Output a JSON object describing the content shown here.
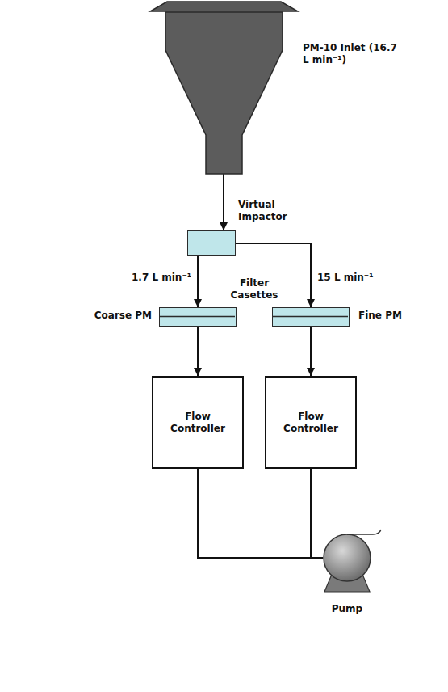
{
  "diagram": {
    "nodes": [
      {
        "text": [
          "PM-10 Inlet (16.7 L min⁻¹)"
        ]
      },
      {
        "text": [
          "Virtual Impactor"
        ]
      },
      {
        "text": [
          "Coarse PM"
        ]
      },
      {
        "text": [
          "Fine PM"
        ]
      },
      {
        "text": [
          "Flow Controller"
        ]
      },
      {
        "text": [
          "Flow Controller"
        ]
      },
      {
        "text": [
          "Pump"
        ]
      }
    ],
    "edges": [
      {
        "from": 0,
        "to": 1,
        "arrow": "to"
      },
      {
        "from": 1,
        "to": 2,
        "label": "1.7 L min⁻¹",
        "arrow": "to"
      },
      {
        "from": 1,
        "to": 3,
        "label": "15 L min⁻¹",
        "arrow": "to"
      },
      {
        "from": 2,
        "to": 4,
        "arrow": "to"
      },
      {
        "from": 3,
        "to": 5,
        "arrow": "to"
      },
      {
        "from": 4,
        "to": 6,
        "arrow": "none"
      },
      {
        "from": 5,
        "to": 6,
        "arrow": "none"
      }
    ],
    "labels": [
      "Filter Casettes"
    ]
  }
}
